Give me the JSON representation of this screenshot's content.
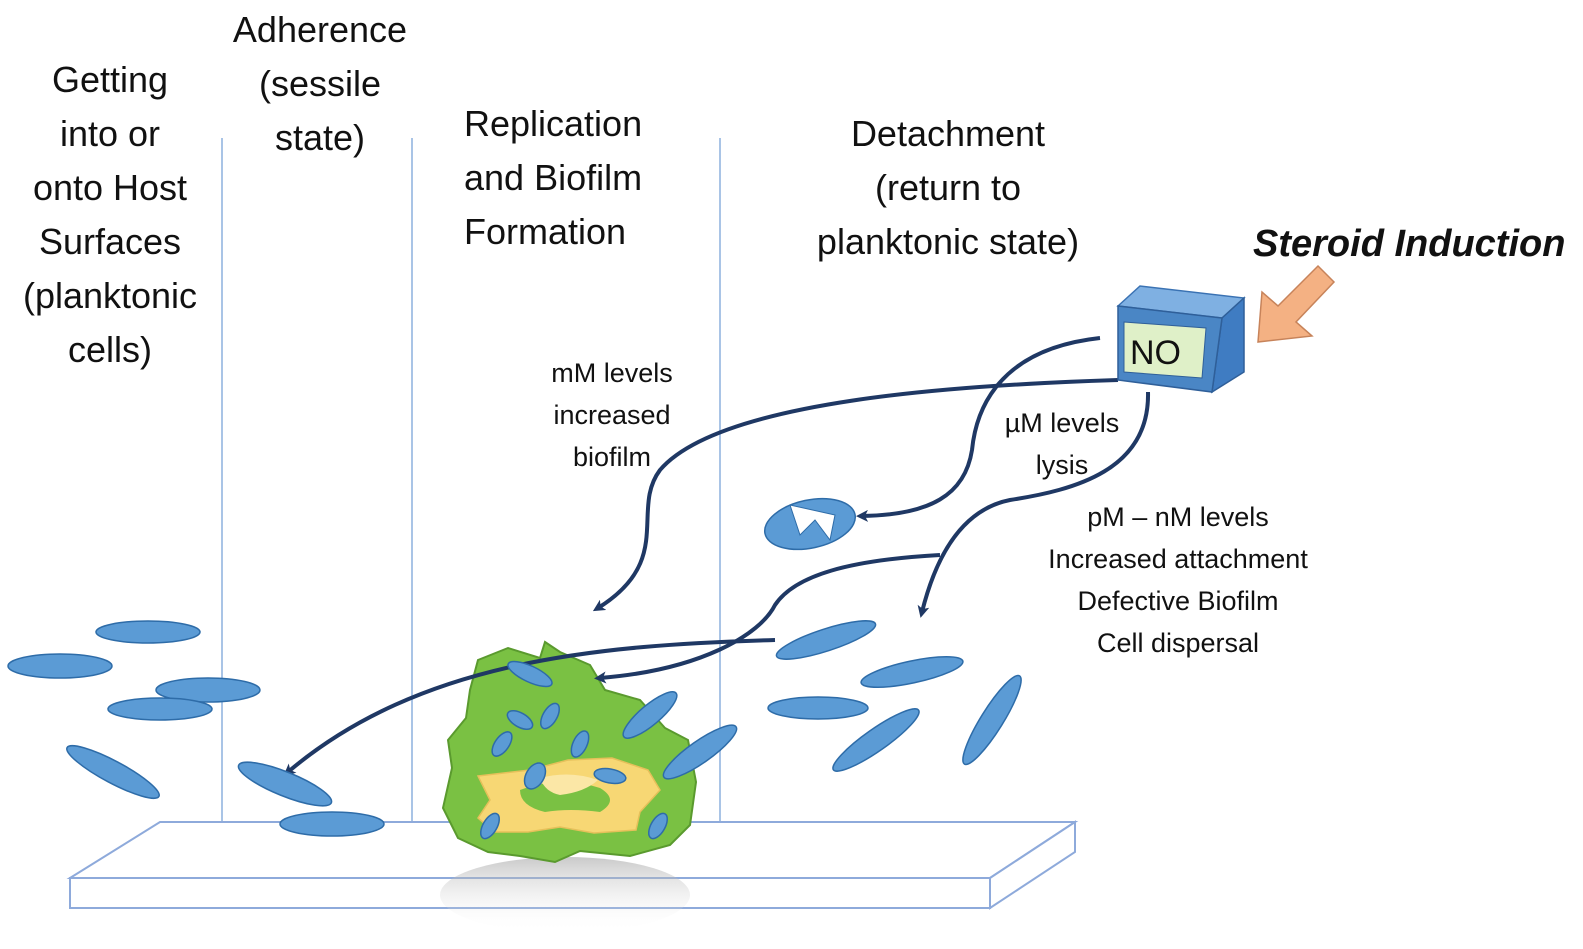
{
  "stages": {
    "host_surfaces": [
      "Getting",
      "into or",
      "onto Host",
      "Surfaces",
      "(planktonic",
      "cells)"
    ],
    "adherence": [
      "Adherence",
      "(sessile",
      "state)"
    ],
    "replication": [
      "Replication",
      "and Biofilm",
      "Formation"
    ],
    "detachment": [
      "Detachment",
      "(return to",
      "planktonic state)"
    ]
  },
  "induction_label": "Steroid Induction",
  "no_box_label": "NO",
  "notes": {
    "mm": [
      "mM levels",
      "increased",
      "biofilm"
    ],
    "um": [
      "µM levels",
      "lysis"
    ],
    "pm": [
      "pM – nM levels",
      "Increased attachment",
      "Defective Biofilm",
      "Cell dispersal"
    ]
  },
  "colors": {
    "cell_fill": "#5b9bd5",
    "cell_stroke": "#2e6ca8",
    "biofilm_green": "#7ac143",
    "biofilm_yellow": "#f7d774",
    "arrow": "#1f3864",
    "orange_arrow": "#f4b183",
    "no_box_face": "#dff0c8",
    "no_box_side": "#4a86c5",
    "divider": "#a9c4e6",
    "surface_line": "#8eaadb"
  }
}
